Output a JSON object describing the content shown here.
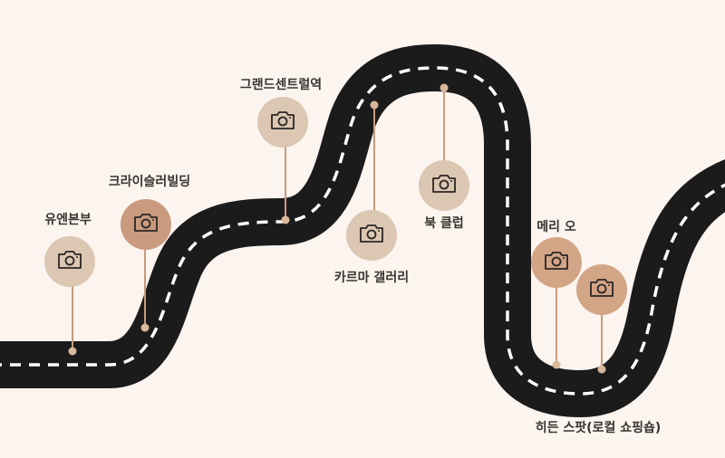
{
  "colors": {
    "background": "#fbf4ef",
    "road": "#1c1b1b",
    "dash": "#ffffff",
    "pin_light": "#dcc7b3",
    "pin_dark": "#c99a7e",
    "pin_mid": "#d3a587",
    "stem": "#c99a7e"
  },
  "stops": [
    {
      "label": "유엔본부",
      "icon": "camera-icon"
    },
    {
      "label": "크라이슬러빌딩",
      "icon": "camera-icon"
    },
    {
      "label": "그랜드센트럴역",
      "icon": "camera-icon"
    },
    {
      "label": "카르마 갤러리",
      "icon": "camera-icon"
    },
    {
      "label": "북 클럽",
      "icon": "camera-icon"
    },
    {
      "label": "메리 오",
      "icon": "camera-icon"
    },
    {
      "label": "히든 스팟(로컬 쇼핑숍)",
      "icon": "camera-icon"
    }
  ]
}
